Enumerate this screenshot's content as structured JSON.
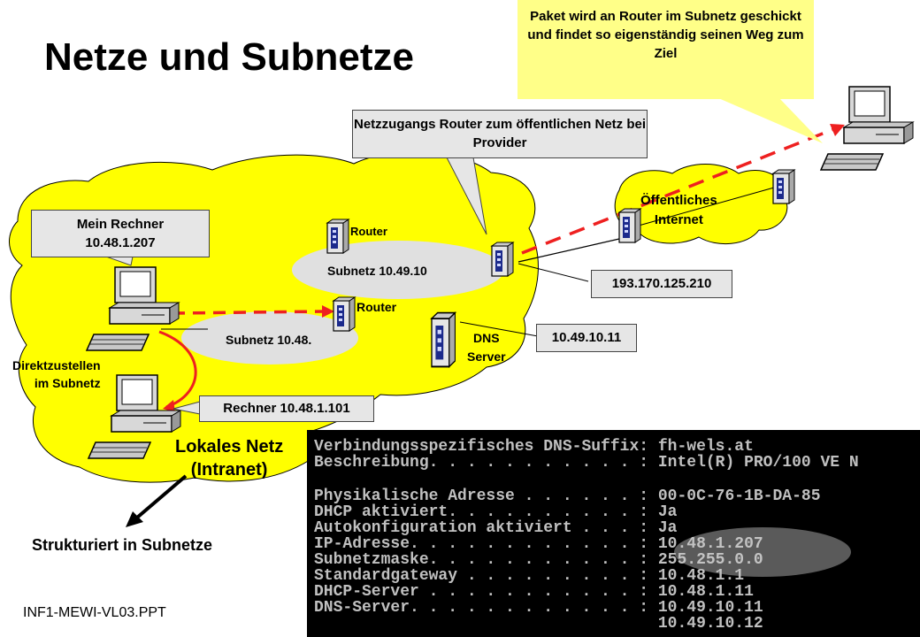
{
  "title": "Netze und Subnetze",
  "footer": "INF1-MEWI-VL03.PPT",
  "callouts": {
    "paket": "Paket wird an Router im Subnetz geschickt und findet so eigenständig seinen Weg zum Ziel",
    "netzzugang": "Netzzugangs Router zum öffentlichen Netz bei Provider",
    "mein_rechner_line1": "Mein Rechner",
    "mein_rechner_line2": "10.48.1.207",
    "rechner2": "Rechner 10.48.1.101",
    "ip_public": "193.170.125.210",
    "ip_dns": "10.49.10.11"
  },
  "labels": {
    "router_top": "Router",
    "router_mid": "Router",
    "subnetz_4910": "Subnetz 10.49.10",
    "subnetz_48": "Subnetz 10.48.",
    "dns_line1": "DNS",
    "dns_line2": "Server",
    "internet_line1": "Öffentliches",
    "internet_line2": "Internet",
    "direkt_line1": "Direktzustellen",
    "direkt_line2": "im Subnetz",
    "lokal_line1": "Lokales Netz",
    "lokal_line2": "(Intranet)",
    "strukturiert": "Strukturiert in Subnetze"
  },
  "terminal_lines": [
    "Verbindungsspezifisches DNS-Suffix: fh-wels.at",
    "Beschreibung. . . . . . . . . . . : Intel(R) PRO/100 VE N",
    "",
    "Physikalische Adresse . . . . . . : 00-0C-76-1B-DA-85",
    "DHCP aktiviert. . . . . . . . . . : Ja",
    "Autokonfiguration aktiviert . . . : Ja",
    "IP-Adresse. . . . . . . . . . . . : 10.48.1.207",
    "Subnetzmaske. . . . . . . . . . . : 255.255.0.0",
    "Standardgateway . . . . . . . . . : 10.48.1.1",
    "DHCP-Server . . . . . . . . . . . : 10.48.1.11",
    "DNS-Server. . . . . . . . . . . . : 10.49.10.11",
    "                                    10.49.10.12"
  ],
  "colors": {
    "cloud": "#ffff00",
    "subnet": "#e0e0e0",
    "arrow": "#ee2020",
    "callout_yellow": "#ffff88",
    "callout_gray": "#e6e6e6",
    "terminal_bg": "#000000",
    "terminal_text": "#c0c0c0"
  }
}
